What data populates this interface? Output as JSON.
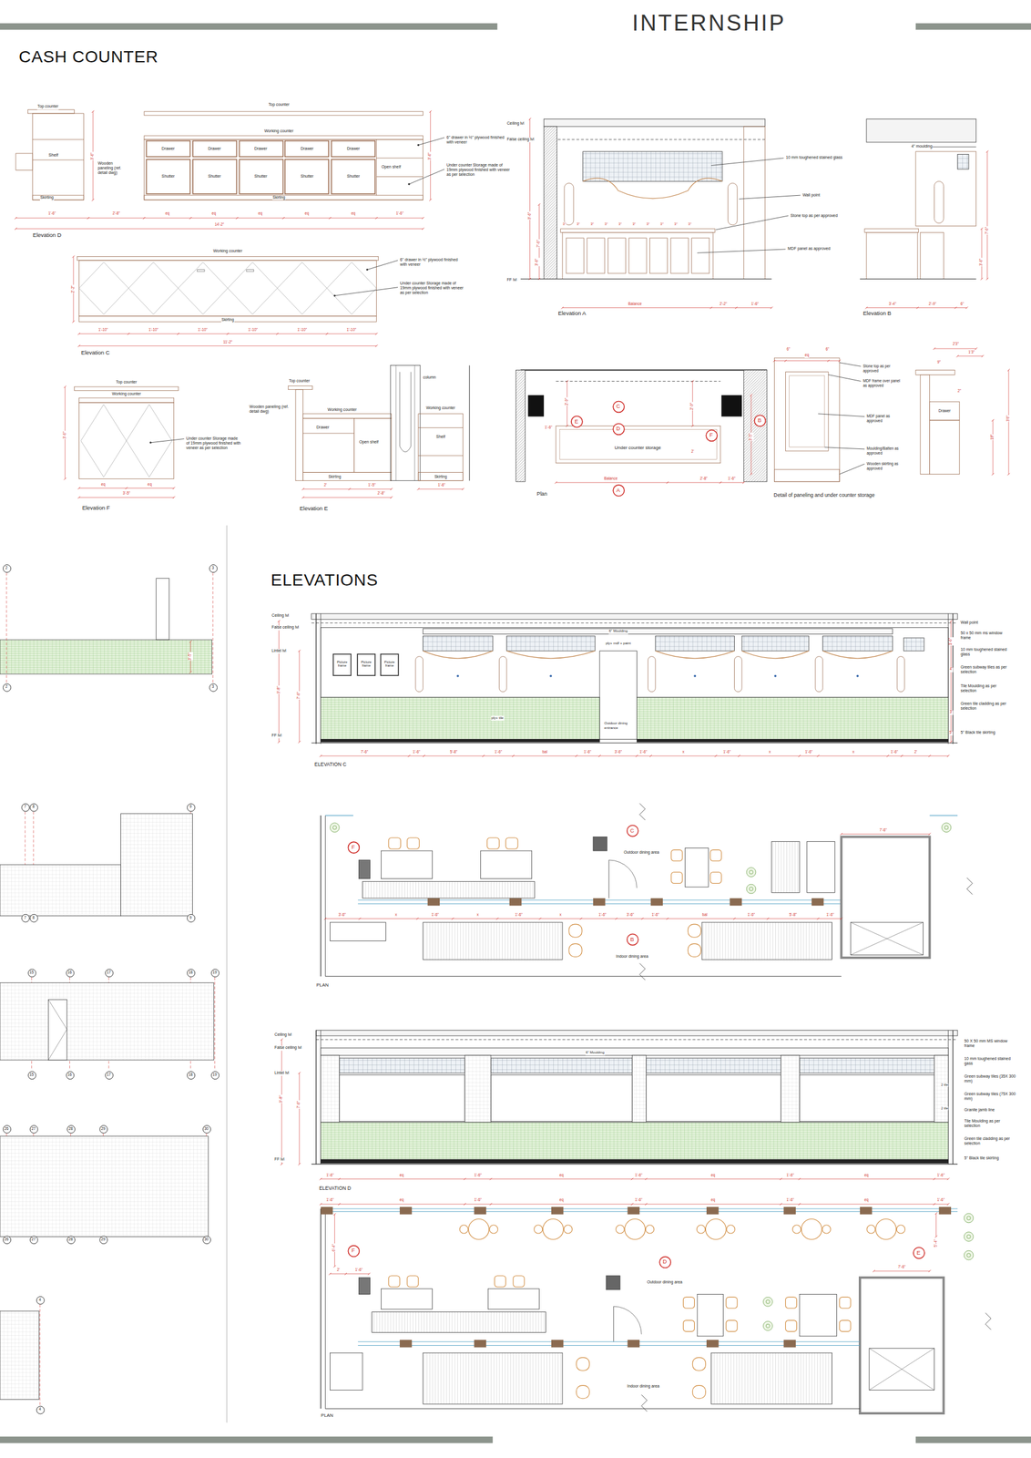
{
  "diagram": {
    "title": "INTERNSHIP",
    "nodes": [
      {
        "text": [
          "Drawer"
        ]
      },
      {
        "text": [
          "Drawer"
        ]
      },
      {
        "text": [
          "Drawer"
        ]
      },
      {
        "text": [
          "Drawer"
        ]
      },
      {
        "text": [
          "Drawer"
        ]
      },
      {
        "text": [
          "Shutter"
        ]
      },
      {
        "text": [
          "Shutter"
        ]
      },
      {
        "text": [
          "Shutter"
        ]
      },
      {
        "text": [
          "Shutter"
        ]
      },
      {
        "text": [
          "Shutter"
        ]
      },
      {
        "text": [
          "Picture frame"
        ]
      },
      {
        "text": [
          "Picture frame"
        ]
      },
      {
        "text": [
          "Picture frame"
        ]
      },
      {
        "text": [
          "C"
        ]
      },
      {
        "text": [
          "B"
        ]
      },
      {
        "text": [
          "E"
        ]
      },
      {
        "text": [
          "D"
        ]
      },
      {
        "text": [
          "F"
        ]
      },
      {
        "text": [
          "A"
        ]
      },
      {
        "text": [
          "C"
        ]
      },
      {
        "text": [
          "F"
        ]
      },
      {
        "text": [
          "B"
        ]
      },
      {
        "text": [
          "F"
        ]
      },
      {
        "text": [
          "E"
        ]
      },
      {
        "text": [
          "D"
        ]
      },
      {
        "text": [
          "2"
        ]
      },
      {
        "text": [
          "3"
        ]
      },
      {
        "text": [
          "2"
        ]
      },
      {
        "text": [
          "3"
        ]
      },
      {
        "text": [
          "7"
        ]
      },
      {
        "text": [
          "8"
        ]
      },
      {
        "text": [
          "9"
        ]
      },
      {
        "text": [
          "7"
        ]
      },
      {
        "text": [
          "8"
        ]
      },
      {
        "text": [
          "9"
        ]
      },
      {
        "text": [
          "15"
        ]
      },
      {
        "text": [
          "16"
        ]
      },
      {
        "text": [
          "17"
        ]
      },
      {
        "text": [
          "18"
        ]
      },
      {
        "text": [
          "19"
        ]
      },
      {
        "text": [
          "15"
        ]
      },
      {
        "text": [
          "16"
        ]
      },
      {
        "text": [
          "17"
        ]
      },
      {
        "text": [
          "18"
        ]
      },
      {
        "text": [
          "19"
        ]
      },
      {
        "text": [
          "26"
        ]
      },
      {
        "text": [
          "27"
        ]
      },
      {
        "text": [
          "28"
        ]
      },
      {
        "text": [
          "29"
        ]
      },
      {
        "text": [
          "30"
        ]
      },
      {
        "text": [
          "26"
        ]
      },
      {
        "text": [
          "27"
        ]
      },
      {
        "text": [
          "28"
        ]
      },
      {
        "text": [
          "29"
        ]
      },
      {
        "text": [
          "30"
        ]
      },
      {
        "text": [
          "4"
        ]
      },
      {
        "text": [
          "4"
        ]
      }
    ],
    "labels": [
      "CASH COUNTER",
      "Top counter",
      "Shelf",
      "Wooden paneling (ref. detail dwg)",
      "Skirting",
      "Top counter",
      "Working counter",
      "Open shelf",
      "Skirting",
      "6\" drawer in ½\" plywood finished with veneer",
      "Under counter Storage made of 19mm plywood finished with veneer as per selection",
      "1'-6\"",
      "2'-8\"",
      "eq",
      "eq",
      "eq",
      "eq",
      "eq",
      "1'-6\"",
      "14'-2\"",
      "3'-6\"",
      "3'-6\"",
      "Elevation D",
      "Working counter",
      "6\" drawer in ½\" plywood finished with veneer",
      "Under counter Storage made of 19mm plywood finished with veneer as per selection",
      "Skirting",
      "1'-10\"",
      "1'-10\"",
      "1'-10\"",
      "1'-10\"",
      "1'-10\"",
      "1'-10\"",
      "11'-2\"",
      "2'-2\"",
      "Elevation C",
      "Top counter",
      "Working counter",
      "Under counter Storage made of 19mm plywood finished with veneer as per selection",
      "eq",
      "eq",
      "3'-5\"",
      "3'-6\"",
      "Elevation F",
      "Top counter",
      "Wooden paneling (ref. detail dwg)",
      "Working counter",
      "Drawer",
      "Open shelf",
      "Skirting",
      "column",
      "Working counter",
      "Shelf",
      "Skirting",
      "2'",
      "1'-5\"",
      "2'-8\"",
      "1'-6\"",
      "Elevation E",
      "Ceiling lvl",
      "False ceiling lvl",
      "10 mm toughened stained glass",
      "Wall point",
      "Stone top as per approved",
      "MDF panel as approved",
      "FF lvl",
      "Balance",
      "2'-2\"",
      "1'-6\"",
      "Elevation A",
      "9'-6\"",
      "7'-6\"",
      "3'-6\"",
      "3\"",
      "3\"",
      "3\"",
      "3\"",
      "3\"",
      "3\"",
      "3\"",
      "3\"",
      "3\"",
      "3\"",
      "4\" moulding",
      "3'-4\"",
      "2'-9\"",
      "6\"",
      "Elevation B",
      "7'-6\"",
      "3'-6\"",
      "Under counter storage",
      "Balance",
      "2'-8\"",
      "1'-6\"",
      "Plan",
      "1'-6\"",
      "2'-9\"",
      "2'-9\"",
      "3'-5\"",
      "2'",
      "6\"",
      "eq",
      "6\"",
      "Stone top as per approved",
      "MDF frame over panel as approved",
      "MDF panel as approved",
      "Moulding/Batten as approved",
      "Wooden skirting as approved",
      "2'3\"",
      "1'3\"",
      "9\"",
      "2\"",
      "Drawer",
      "3'6\"",
      "18\"",
      "Detail of paneling and under counter storage",
      "3'-5\"",
      "ELEVATIONS",
      "Ceiling lvl",
      "False ceiling lvl",
      "Lintel lvl",
      "FF lvl",
      "6\" Moulding",
      "ply+ mdf + paint",
      "ply+ tile",
      "Outdoor dining entrance",
      "Wall point",
      "50 x 50 mm ms window frame",
      "10 mm toughened stained glass",
      "Green subway tiles as per selection",
      "Tile Moulding as per selection",
      "Green tile cladding as per selection",
      "5\" Black tile skirting",
      "7'-6\"",
      "1'-6\"",
      "5'-8\"",
      "1'-6\"",
      "bal",
      "1'-6\"",
      "3'-6\"",
      "1'-6\"",
      "x",
      "1'-6\"",
      "x",
      "1'-6\"",
      "x",
      "1'-6\"",
      "2'",
      "ELEVATION C",
      "9'-8\"",
      "7'-6\"",
      "1'-6\"",
      "4'",
      "3'",
      "5\"",
      "Outdoor dining area",
      "Indoor dining area",
      "7'-6\"",
      "3'-6\"",
      "x",
      "1'-6\"",
      "x",
      "1'-6\"",
      "x",
      "1'-6\"",
      "3'-6\"",
      "1'-6\"",
      "bal",
      "1'-6\"",
      "5'-8\"",
      "1'-6\"",
      "PLAN",
      "Ceiling lvl",
      "False ceiling lvl",
      "Lintel lvl",
      "FF lvl",
      "6\" Moulding",
      "50 X 50 mm MS window frame",
      "10 mm toughened stained gass",
      "Green subway tiles (35X 300 mm)",
      "Green subway tiles (75X 300 mm)",
      "Granite jamb line",
      "Tile Moulding as per selection",
      "Green tile cladding as per selection",
      "5\" Black tile skirting",
      "2 tile",
      "2 tile",
      "1'-6\"",
      "eq",
      "1'-6\"",
      "eq",
      "1'-6\"",
      "eq",
      "1'-6\"",
      "eq",
      "1'-6\"",
      "ELEVATION D",
      "9'-8\"",
      "7'-6\"",
      "1'-6\"",
      "eq",
      "1'-6\"",
      "eq",
      "1'-6\"",
      "eq",
      "1'-6\"",
      "eq",
      "1'-6\"",
      "6'-4\"",
      "2'",
      "1'-6\"",
      "Outdoor dining area",
      "7'-6\"",
      "5'-4\"",
      "Indoor dining area",
      "PLAN"
    ]
  }
}
